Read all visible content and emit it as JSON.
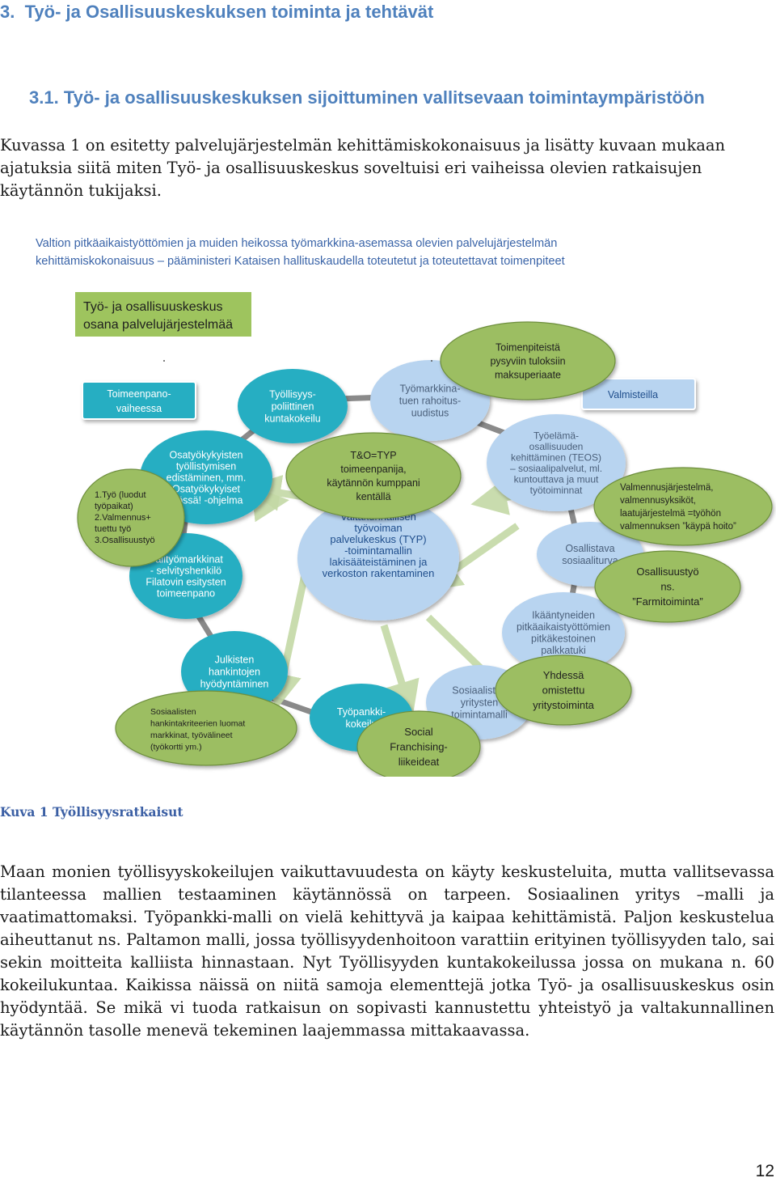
{
  "heading": {
    "number": "3.",
    "text": "Työ- ja Osallisuuskeskuksen toiminta ja tehtävät"
  },
  "subheading": {
    "number": "3.1.",
    "text": "Työ- ja osallisuuskeskuksen sijoittuminen vallitsevaan toimintaympäristöön"
  },
  "intro_paragraph": "Kuvassa 1 on esitetty palvelujärjestelmän kehittämiskokonaisuus ja lisätty kuvaan mukaan ajatuksia siitä miten Työ- ja osallisuuskeskus soveltuisi eri vaiheissa olevien ratkaisujen käytännön tukijaksi.",
  "figure": {
    "title_lines": [
      "Valtion pitkäaikaistyöttömien ja muiden heikossa työmarkkina-asemassa olevien palvelujärjestelmän",
      "kehittämiskokonaisuus – pääministeri Kataisen hallituskaudella toteutetut ja toteutettavat toimenpiteet"
    ],
    "header_box_lines": [
      "Työ- ja osallisuuskeskus",
      "osana palvelujärjestelmää"
    ],
    "tag_implementation": [
      "Toimeenpano-",
      "vaiheessa"
    ],
    "tag_ready": [
      "Valmisteilla"
    ],
    "center_node": [
      "Valtakunnallisen",
      "työvoiman",
      "palvelukeskus (TYP)",
      "-toimintamallin",
      "lakisääteistäminen ja",
      "verkoston rakentaminen"
    ],
    "blue_nodes": {
      "kuntakokeilu": [
        "Työllisyys-",
        "poliittinen",
        "kuntakokeilu"
      ],
      "rahoitus": [
        "Työmarkkina-",
        "tuen rahoitus-",
        "uudistus"
      ],
      "osatyokyky": [
        "Osatyökykyisten",
        "työllistymisen",
        "edistäminen, mm.",
        "Osatyökykyiset",
        "työssä! -ohjelma"
      ],
      "teos": [
        "Työelämä-",
        "osallisuuden",
        "kehittäminen (TEOS)",
        "– sosiaalipalvelut, ml.",
        "kuntouttava ja muut",
        "työtoiminnat"
      ],
      "sosiaaliturva": [
        "Osallistava",
        "sosiaaliturva"
      ],
      "valityomarkkinat": [
        "Välityömarkkinat",
        "- selvityshenkilö",
        "Filatovin esitysten",
        "toimeenpano"
      ],
      "palkkatuki": [
        "Ikääntyneiden",
        "pitkäaikaistyöttömien",
        "pitkäkestoinen",
        "palkkatuki"
      ],
      "hankinnat": [
        "Julkisten",
        "hankintojen",
        "hyödyntäminen"
      ],
      "tyopankki": [
        "Työpankki-",
        "kokeilu"
      ],
      "sosiaalinen_yritys": [
        "Sosiaalisten",
        "yritysten",
        "toimintamalli"
      ]
    },
    "green_nodes": {
      "pysyviin": [
        "Toimenpiteistä",
        "pysyviin tuloksiin",
        "maksuperiaate"
      ],
      "typ": [
        "T&O=TYP",
        "toimeenpanija,",
        "käytännön kumppani",
        "kentällä"
      ],
      "levels": [
        "1.Työ (luodut",
        "työpaikat)",
        "2.Valmennus+",
        "tuettu työ",
        "3.Osallisuustyö"
      ],
      "valmennus": [
        "Valmennusjärjestelmä,",
        "valmennusyksiköt,",
        "laatujärjestelmä =työhön",
        "valmennuksen ”käypä hoito”"
      ],
      "farmi": [
        "Osallisuustyö",
        "ns.",
        "”Farmitoiminta”"
      ],
      "yhdessa": [
        "Yhdessä",
        "omistettu",
        "yritystoiminta"
      ],
      "sosiaalisten_kriteerit": [
        "Sosiaalisten",
        "hankintakriteerien luomat",
        "markkinat, työvälineet",
        "(työkortti ym.)"
      ],
      "franchising": [
        "Social",
        "Franchising-",
        "liikeideat"
      ]
    },
    "colors": {
      "teal": "#27aec2",
      "light_blue": "#b8d4f0",
      "green": "#9cbe62",
      "green_border": "#6e8f3e",
      "header_green": "#9ec45e",
      "arrow": "#c4d9a6",
      "ring": "#8a8a8a"
    }
  },
  "caption": "Kuva 1 Työllisyysratkaisut",
  "body_paragraph": "Maan monien työllisyyskokeilujen vaikuttavuudesta on käyty keskusteluita, mutta vallitsevassa tilanteessa mallien testaaminen käytännössä on tarpeen. Sosiaalinen yritys –malli ja vaatimattomaksi. Työpankki-malli on vielä kehittyvä ja kaipaa kehittämistä. Paljon keskustelua aiheuttanut ns. Paltamon malli, jossa työllisyydenhoitoon varattiin erityinen työllisyyden talo, sai sekin moitteita kalliista hinnastaan. Nyt Työllisyyden kuntakokeilussa jossa on mukana n. 60 kokeilukuntaa. Kaikissa näissä on niitä samoja elementtejä jotka Työ- ja osallisuuskeskus osin hyödyntää. Se mikä vi tuoda ratkaisun on sopivasti kannustettu yhteistyö ja valtakunnallinen käytännön tasolle menevä tekeminen laajemmassa mittakaavassa.",
  "page_number": "12"
}
